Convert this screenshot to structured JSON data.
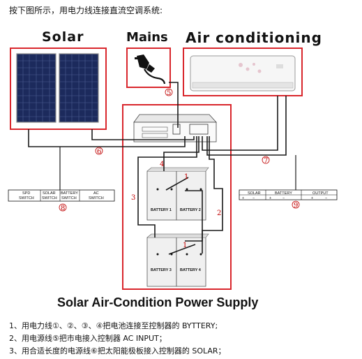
{
  "intro_text": "按下图所示，用电力线连接直流空调系统:",
  "headers": {
    "solar": "Solar",
    "mains": "Mains",
    "air_conditioning": "Air conditioning"
  },
  "main_title": "Solar Air-Condition Power Supply",
  "numbers": {
    "n1_top": "1",
    "n1_bottom": "1",
    "n2": "2",
    "n3": "3",
    "n4": "4",
    "n5": "5",
    "n6": "6",
    "n7": "7",
    "n8": "8",
    "n9": "9"
  },
  "left_panel_switches": {
    "spd": [
      "SPD",
      "SWITCH"
    ],
    "solar": [
      "SOLAR",
      "SWITCH"
    ],
    "battery": [
      "BATTERY",
      "SWITCH"
    ],
    "ac": [
      "AC",
      "SWITCH"
    ]
  },
  "right_panel": {
    "solar": "SOLAR",
    "battery": "BATTERY",
    "output": "OUTPUT"
  },
  "batteries": [
    "BATTERY 1",
    "BATTERY 2",
    "BATTERY 3",
    "BATTERY 4"
  ],
  "instructions": [
    "1、用电力线①、②、③、④把电池连接至控制器的 BYTTERY;",
    "2、用电源线⑤把市电接入控制器 AC INPUT；",
    "3、用合适长度的电源线⑥把太阳能极板接入控制器的 SOLAR；"
  ],
  "colors": {
    "frame_red": "#d9262c",
    "wire": "#1a1a1a",
    "number_red": "#c00000",
    "panel_blue": "#1c2a5c",
    "ac_white": "#f4f4f4"
  }
}
